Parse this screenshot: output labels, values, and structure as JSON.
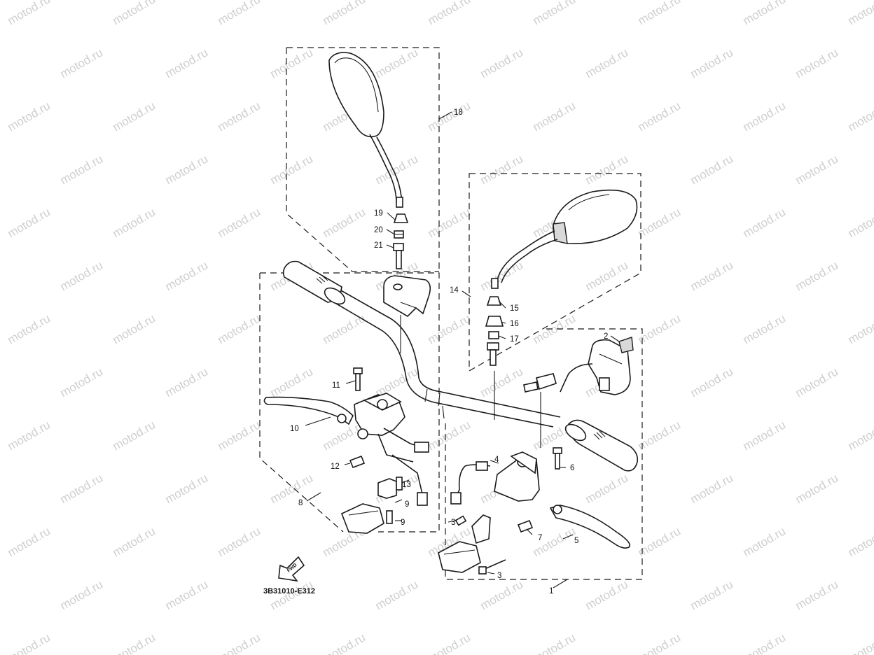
{
  "watermark": {
    "text": "motod.ru"
  },
  "diagram": {
    "reference_code": "3B31010-E312",
    "fwd_label": "FWD"
  },
  "part_numbers": {
    "p1": "1",
    "p2": "2",
    "p3a": "3",
    "p3b": "3",
    "p4": "4",
    "p5": "5",
    "p6": "6",
    "p7": "7",
    "p8": "8",
    "p9a": "9",
    "p9b": "9",
    "p10": "10",
    "p11": "11",
    "p12": "12",
    "p13": "13",
    "p14": "14",
    "p15": "15",
    "p16": "16",
    "p17": "17",
    "p18": "18",
    "p19": "19",
    "p20": "20",
    "p21": "21"
  }
}
